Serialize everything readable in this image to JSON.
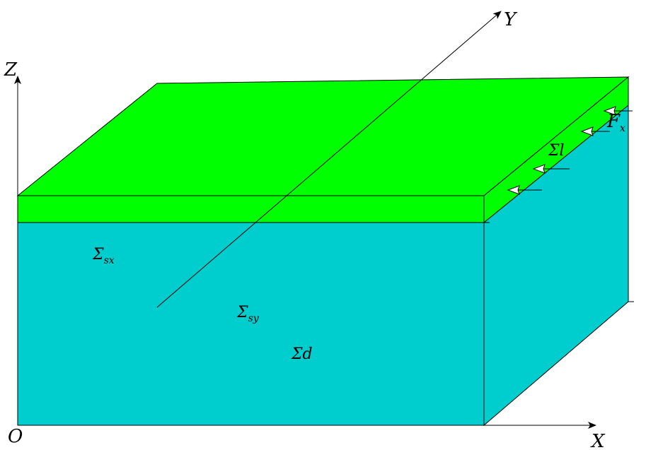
{
  "colors": {
    "top_layer": "#00ff00",
    "block": "#00cdcd",
    "stroke": "#000000",
    "force_arrow_fill": "#ffffff"
  },
  "axes": {
    "x_label": "X",
    "y_label": "Y",
    "z_label": "Z",
    "origin_label": "O"
  },
  "labels": {
    "sigma_sx": {
      "main": "Σ",
      "sub": "sx"
    },
    "sigma_sy": {
      "main": "Σ",
      "sub": "sy"
    },
    "sigma_d": {
      "main": "Σd"
    },
    "sigma_l": {
      "main": "Σl"
    },
    "force": {
      "main": "F",
      "sub": "x"
    }
  }
}
